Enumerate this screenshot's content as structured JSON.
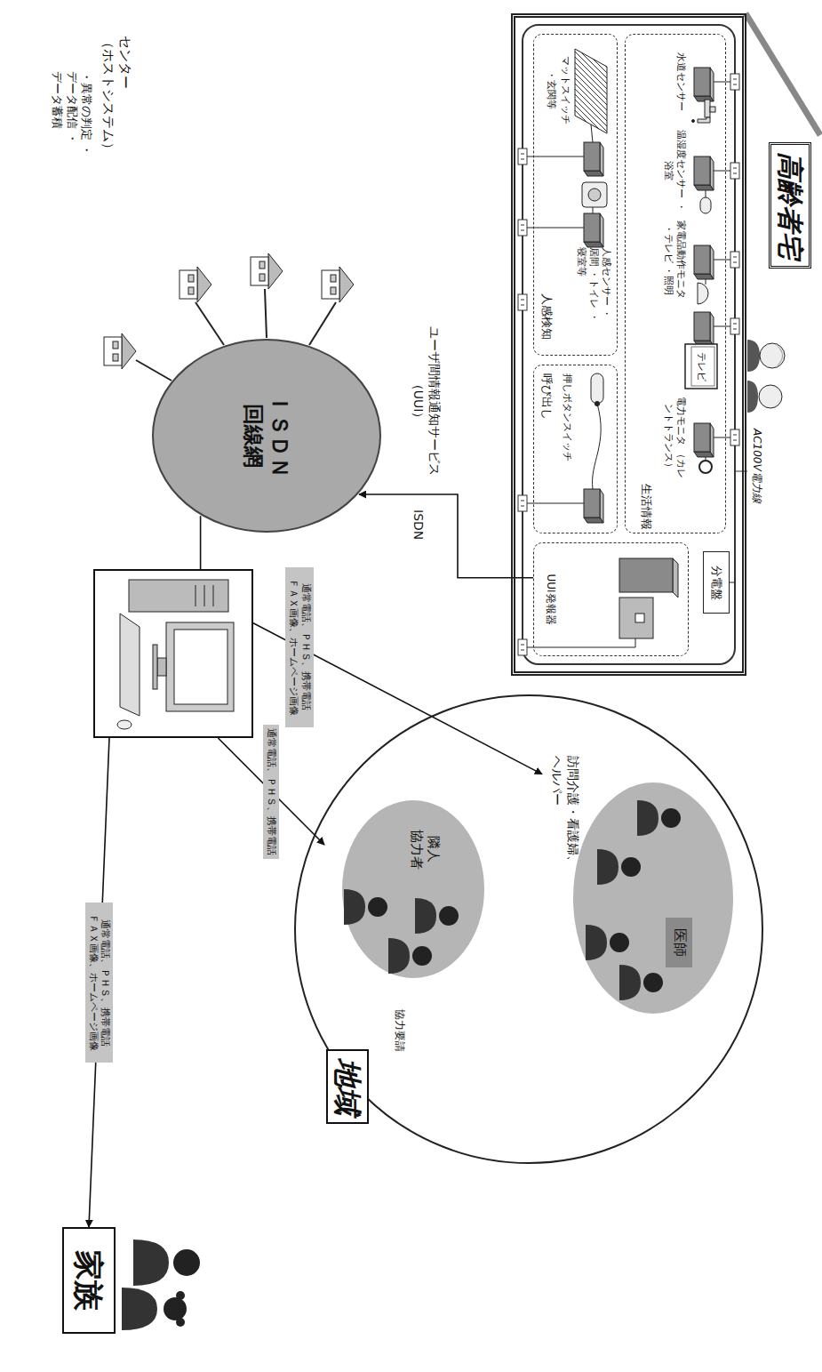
{
  "diagram": {
    "nodes": [
      {
        "text": [
          "高齢者宅"
        ]
      },
      {
        "text": [
          "UUI発報器"
        ],
        "in": 0
      },
      {
        "text": [
          "分電盤"
        ],
        "in": 0
      },
      {
        "text": [
          "生活情報"
        ],
        "in": 0
      },
      {
        "text": [
          "呼び出し"
        ],
        "in": 0
      },
      {
        "text": [
          "人感検知"
        ],
        "in": 0
      },
      {
        "text": [
          "ＩＳＤＮ 回線網"
        ]
      },
      {
        "text": [
          "センター （ホストシステム）",
          "・異常の判定 ・データ配信 ・データ蓄積"
        ]
      },
      {
        "text": [
          "地域"
        ]
      },
      {
        "text": [
          "医師",
          "訪問介護・看護婦、ヘルパー"
        ],
        "in": 8
      },
      {
        "text": [
          "隣人 協力者"
        ],
        "in": 8
      },
      {
        "text": [
          "家族"
        ]
      }
    ],
    "edges": [
      {
        "from": 1,
        "to": 6,
        "arrow": "to",
        "label": "ISDN"
      },
      {
        "from": 6,
        "to": 7,
        "arrow": "none"
      },
      {
        "from": 7,
        "to": 11,
        "arrow": "to",
        "label": "通常電話、ＰＨＳ、携帯電話 ＦＡＸ画像、ホームページ画像"
      },
      {
        "from": 7,
        "to": 9,
        "arrow": "to",
        "label": "通常電話、ＰＨＳ、携帯電話 ＦＡＸ画像、ホームページ画像"
      },
      {
        "from": 7,
        "to": 10,
        "arrow": "to",
        "label": "通常電話、ＰＨＳ、携帯電話"
      }
    ],
    "labels": [
      "AC100V電力線",
      "水道センサー",
      "温湿度センサー ・浴室",
      "家電品動作モニタ ・テレビ ・照明",
      "テレビ",
      "電力モニタ （カレントトランス）",
      "マットスイッチ",
      "・玄関等",
      "人感センサー ・居間 ・トイレ ・寝室等",
      "押しボタンスイッチ",
      "ユーザ間情報通知サービス （UUI）",
      "協力要請"
    ]
  }
}
